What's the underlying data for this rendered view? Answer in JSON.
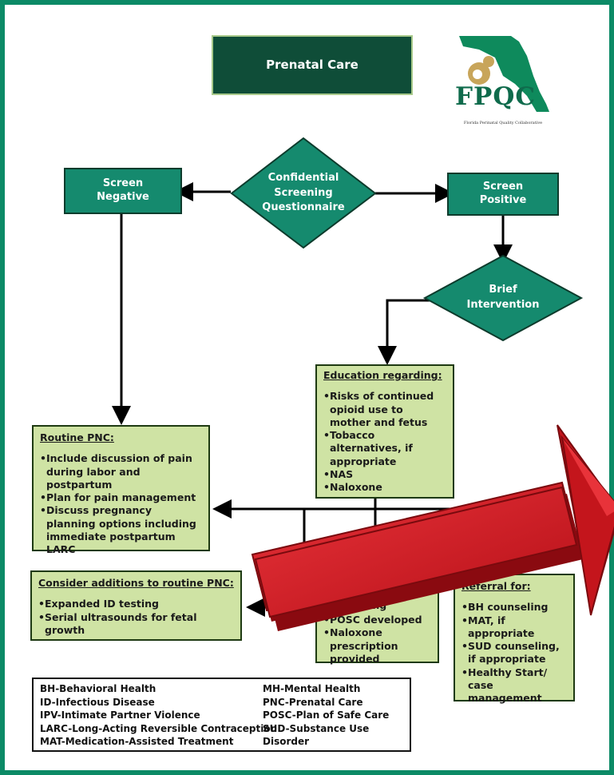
{
  "title": "Prenatal Care",
  "logo": {
    "text": "FPQC",
    "subtitle": "Florida Perinatal Quality Collaborative"
  },
  "nodes": {
    "screening": "Confidential Screening Questionnaire",
    "screen_negative": "Screen Negative",
    "screen_positive": "Screen Positive",
    "brief_intervention": "Brief Intervention"
  },
  "education": {
    "heading": "Education regarding:",
    "items": [
      "Risks of continued opioid use to mother and fetus",
      "Tobacco alternatives, if appropriate",
      "NAS",
      "Naloxone"
    ]
  },
  "routine_pnc": {
    "heading": "Routine PNC:",
    "items": [
      "Include discussion of pain during labor and postpartum",
      "Plan for pain management",
      "Discuss pregnancy planning options including immediate postpartum LARC"
    ]
  },
  "additions": {
    "heading": "Consider additions to routine PNC:",
    "items": [
      "Expanded ID testing",
      "Serial ultrasounds for fetal growth"
    ]
  },
  "center": {
    "fragment": "nseling",
    "items": [
      "POSC developed",
      "Naloxone prescription provided"
    ]
  },
  "referral": {
    "heading": "Referral for:",
    "items": [
      "BH counseling",
      "MAT, if appropriate",
      "SUD counseling, if appropriate",
      "Healthy Start/ case management"
    ]
  },
  "legend": {
    "left": [
      "BH-Behavioral Health",
      "ID-Infectious Disease",
      "IPV-Intimate Partner Violence",
      "LARC-Long-Acting Reversible Contraception",
      "MAT-Medication-Assisted Treatment"
    ],
    "right": [
      "MH-Mental Health",
      "PNC-Prenatal Care",
      "POSC-Plan of Safe Care",
      "SUD-Substance Use Disorder"
    ]
  },
  "colors": {
    "frame": "#0c8a66",
    "teal": "#158a6e",
    "title_bg": "#0f4d38",
    "box_fill": "#cfe3a4",
    "red_arrow": "#d41a1f"
  }
}
